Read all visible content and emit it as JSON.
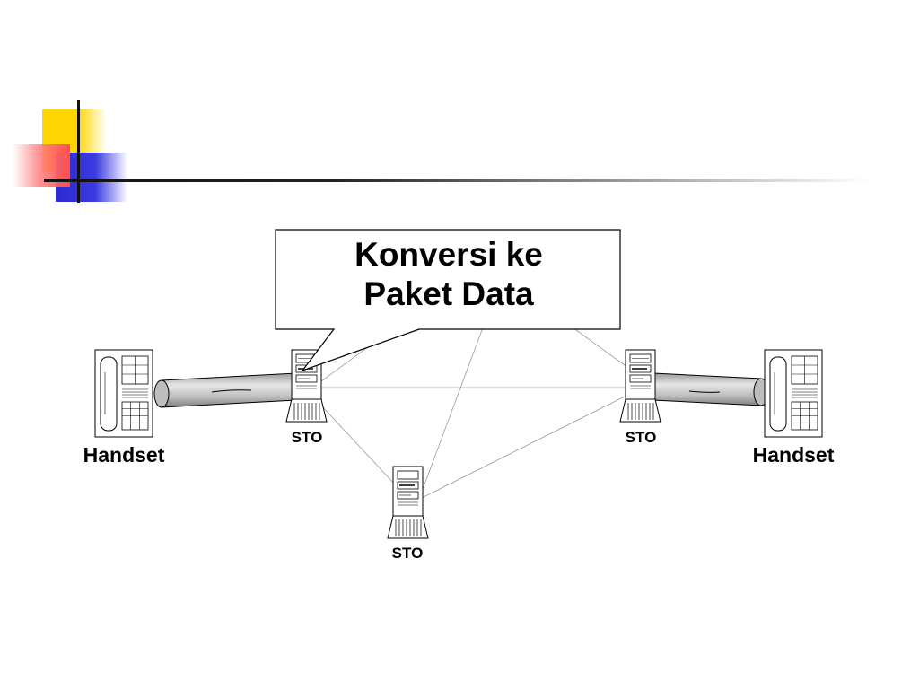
{
  "callout": {
    "line1": "Konversi ke",
    "line2": "Paket Data"
  },
  "nodes": {
    "sto_left": "STO",
    "sto_right": "STO",
    "sto_bottom": "STO",
    "handset_left": "Handset",
    "handset_right": "Handset"
  },
  "colors": {
    "accent_yellow": "#ffd400",
    "accent_blue": "#2b2bd0",
    "accent_red": "#ff4f4f",
    "tube_fill": "#c8c8c8"
  }
}
